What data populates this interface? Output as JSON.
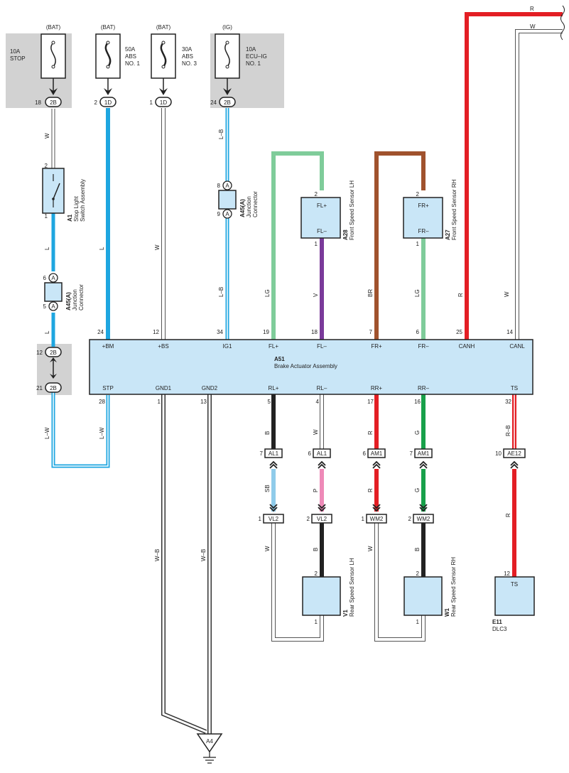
{
  "fuses": [
    {
      "supply": "(BAT)",
      "rating": "10A",
      "name1": "STOP",
      "name2": "",
      "pin": "18",
      "conn": "2B",
      "wire": "W"
    },
    {
      "supply": "(BAT)",
      "rating": "50A",
      "name1": "ABS",
      "name2": "NO. 1",
      "pin": "2",
      "conn": "1D",
      "wire": "L"
    },
    {
      "supply": "(BAT)",
      "rating": "30A",
      "name1": "ABS",
      "name2": "NO. 3",
      "pin": "1",
      "conn": "1D",
      "wire": "W"
    },
    {
      "supply": "(IG)",
      "rating": "10A",
      "name1": "ECU–IG",
      "name2": "NO. 1",
      "pin": "24",
      "conn": "2B",
      "wire": "L–B"
    }
  ],
  "stop_switch": {
    "id": "A1",
    "name1": "Stop Light",
    "name2": "Switch Assembly",
    "pin_top": "2",
    "pin_bottom": "1",
    "wire": "L"
  },
  "junction_left": {
    "id": "A45(A)",
    "name1": "Junction",
    "name2": "Connector",
    "pin_top": "6",
    "pin_bottom": "5",
    "letter": "A",
    "wire": "L"
  },
  "junction_mid": {
    "id": "A45(A)",
    "name1": "Junction",
    "name2": "Connector",
    "pin_top": "8",
    "pin_bottom": "9",
    "letter": "A",
    "wire": "L–B"
  },
  "inline_2b": {
    "conn": "2B",
    "pin_top": "12",
    "pin_bottom": "21",
    "wire": "L–W"
  },
  "front_lh": {
    "id": "A28",
    "name": "Front Speed Sensor LH",
    "plus": "FL+",
    "minus": "FL–",
    "pin_plus": "2",
    "pin_minus": "1",
    "wire_plus": "LG",
    "wire_minus": "V"
  },
  "front_rh": {
    "id": "A27",
    "name": "Front Speed Sensor RH",
    "plus": "FR+",
    "minus": "FR–",
    "pin_plus": "2",
    "pin_minus": "1",
    "wire_plus": "BR",
    "wire_minus": "LG"
  },
  "can": {
    "canh_wire": "R",
    "canl_wire": "W",
    "top_r": "R",
    "top_w": "W"
  },
  "actuator": {
    "id": "A51",
    "name": "Brake Actuator Assembly",
    "top_terminals": [
      {
        "name": "+BM",
        "pin": "24"
      },
      {
        "name": "+BS",
        "pin": "12"
      },
      {
        "name": "IG1",
        "pin": "34"
      },
      {
        "name": "FL+",
        "pin": "19"
      },
      {
        "name": "FL–",
        "pin": "18"
      },
      {
        "name": "FR+",
        "pin": "7"
      },
      {
        "name": "FR–",
        "pin": "6"
      },
      {
        "name": "CANH",
        "pin": "25"
      },
      {
        "name": "CANL",
        "pin": "14"
      }
    ],
    "bottom_terminals": [
      {
        "name": "STP",
        "pin": "28"
      },
      {
        "name": "GND1",
        "pin": "1"
      },
      {
        "name": "GND2",
        "pin": "13"
      },
      {
        "name": "RL+",
        "pin": "5"
      },
      {
        "name": "RL–",
        "pin": "4"
      },
      {
        "name": "RR+",
        "pin": "17"
      },
      {
        "name": "RR–",
        "pin": "16"
      },
      {
        "name": "TS",
        "pin": "32"
      }
    ]
  },
  "bottom_wires": {
    "stp": "L–W",
    "stp_return": "L–W",
    "gnd1": "W–B",
    "gnd2": "W–B",
    "rl_plus": "B",
    "rl_minus": "W",
    "rr_plus": "R",
    "rr_minus": "G",
    "ts": "R–B"
  },
  "inline_connectors": [
    {
      "conn": "AL1",
      "pin": "7",
      "wire_below": "SB"
    },
    {
      "conn": "AL1",
      "pin": "6",
      "wire_below": "P"
    },
    {
      "conn": "AM1",
      "pin": "6",
      "wire_below": "R"
    },
    {
      "conn": "AM1",
      "pin": "7",
      "wire_below": "G"
    },
    {
      "conn": "AE12",
      "pin": "10",
      "wire_below": "R"
    }
  ],
  "lower_connectors": [
    {
      "conn": "VL2",
      "pin": "1",
      "wire_below": "W"
    },
    {
      "conn": "VL2",
      "pin": "2",
      "wire_below": "B"
    },
    {
      "conn": "WM2",
      "pin": "1",
      "wire_below": "W"
    },
    {
      "conn": "WM2",
      "pin": "2",
      "wire_below": "B"
    }
  ],
  "rear_lh": {
    "id": "V1",
    "name": "Rear Speed Sensor LH",
    "pin_top": "2",
    "pin_bottom": "1"
  },
  "rear_rh": {
    "id": "W1",
    "name": "Rear Speed Sensor RH",
    "pin_top": "2",
    "pin_bottom": "1"
  },
  "dlc": {
    "id": "E11",
    "name": "DLC3",
    "terminal": "TS",
    "pin": "12"
  },
  "ground": {
    "label": "A4"
  },
  "colors": {
    "L": "#1ea6e0",
    "LB_light": "#9fd4ef",
    "LG": "#7fcc9a",
    "V": "#7a3a9a",
    "BR": "#a0522d",
    "R": "#e31e24",
    "B": "#222222",
    "G": "#18a04a",
    "SB": "#8fcbea",
    "P": "#ee8ab8",
    "box_fill": "#c9e6f7",
    "grey_bg": "#d2d2d2"
  }
}
